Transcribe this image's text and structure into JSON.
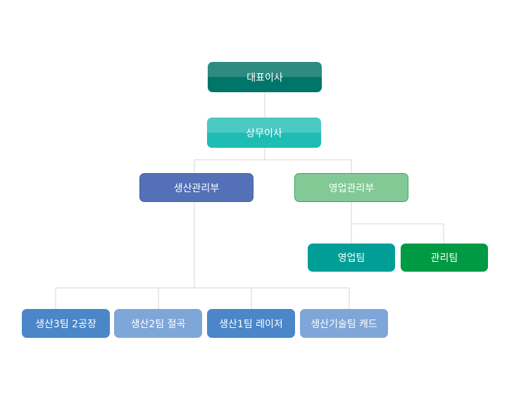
{
  "org_chart": {
    "ceo": {
      "label": "대표이사",
      "color_top": "#2E8B82",
      "color_bottom": "#00756A"
    },
    "managing_director": {
      "label": "상무이사",
      "color_top": "#4AC9C3",
      "color_bottom": "#1DBDB4"
    },
    "production_dept": {
      "label": "생산관리부",
      "color": "#5470B7"
    },
    "sales_dept": {
      "label": "영업관리부",
      "color": "#82C996",
      "border": "#2FA65B"
    },
    "sales_team": {
      "label": "영업팀",
      "color": "#009E96"
    },
    "admin_team": {
      "label": "관리팀",
      "color": "#009A44"
    },
    "production_teams": [
      {
        "label": "생산3팀  2공장",
        "color": "#4A86C8"
      },
      {
        "label": "생산2팀 절곡",
        "color": "#7EA6D8"
      },
      {
        "label": "생산1팀  레이저",
        "color": "#4A86C8"
      },
      {
        "label": "생산기술팀 캐드",
        "color": "#7EA6D8"
      }
    ],
    "connector_color": "#D5D5D5"
  }
}
